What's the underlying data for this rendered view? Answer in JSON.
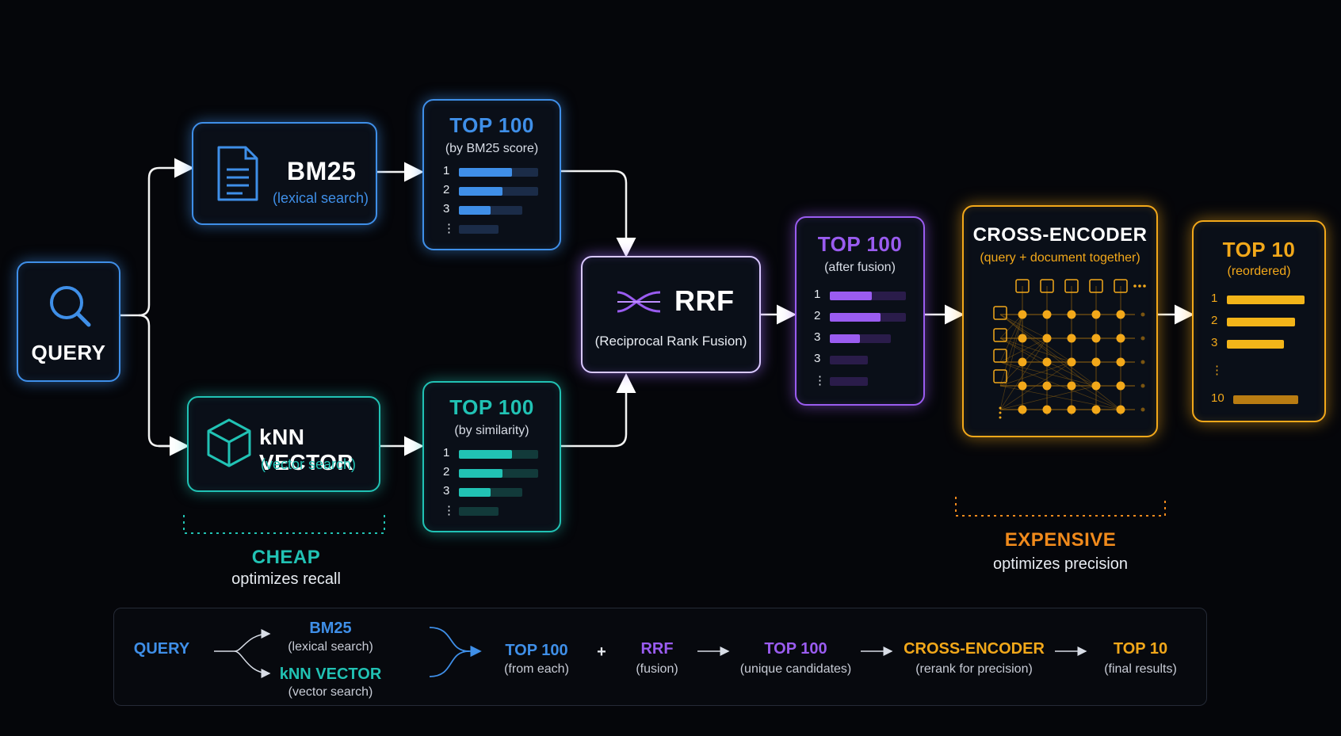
{
  "query": {
    "label": "QUERY"
  },
  "bm25": {
    "title": "BM25",
    "subtitle": "(lexical search)"
  },
  "knn": {
    "title": "kNN VECTOR",
    "subtitle": "(vector search)"
  },
  "top_bm25": {
    "title": "TOP 100",
    "subtitle": "(by BM25 score)",
    "ranks": [
      "1",
      "2",
      "3",
      "⋮"
    ],
    "fills": [
      0.67,
      0.55,
      0.4,
      0.0
    ]
  },
  "top_knn": {
    "title": "TOP 100",
    "subtitle": "(by similarity)",
    "ranks": [
      "1",
      "2",
      "3",
      "⋮"
    ],
    "fills": [
      0.67,
      0.55,
      0.4,
      0.0
    ]
  },
  "rrf": {
    "title": "RRF",
    "subtitle": "(Reciprocal Rank Fusion)"
  },
  "top_fusion": {
    "title": "TOP 100",
    "subtitle": "(after fusion)",
    "ranks": [
      "1",
      "2",
      "3",
      "3",
      "⋮"
    ],
    "fills": [
      0.55,
      0.67,
      0.4,
      0.0
    ]
  },
  "cross_encoder": {
    "title": "CROSS-ENCODER",
    "subtitle": "(query + document together)"
  },
  "top10": {
    "title": "TOP 10",
    "subtitle": "(reordered)",
    "ranks": [
      "1",
      "2",
      "3",
      "⋮",
      "10"
    ]
  },
  "cheap": {
    "title": "CHEAP",
    "subtitle": "optimizes recall"
  },
  "expensive": {
    "title": "EXPENSIVE",
    "subtitle": "optimizes precision"
  },
  "legend": {
    "query": "QUERY",
    "bm25": "BM25",
    "bm25_sub": "(lexical search)",
    "knn": "kNN VECTOR",
    "knn_sub": "(vector search)",
    "top100": "TOP 100",
    "top100_sub": "(from each)",
    "plus": "+",
    "rrf": "RRF",
    "rrf_sub": "(fusion)",
    "top100u": "TOP 100",
    "top100u_sub": "(unique candidates)",
    "ce": "CROSS-ENCODER",
    "ce_sub": "(rerank for precision)",
    "top10": "TOP 10",
    "top10_sub": "(final results)"
  },
  "colors": {
    "blue": "#3f8fe8",
    "teal": "#21c2b4",
    "purple": "#9a5cf0",
    "orange": "#f2a81a"
  }
}
